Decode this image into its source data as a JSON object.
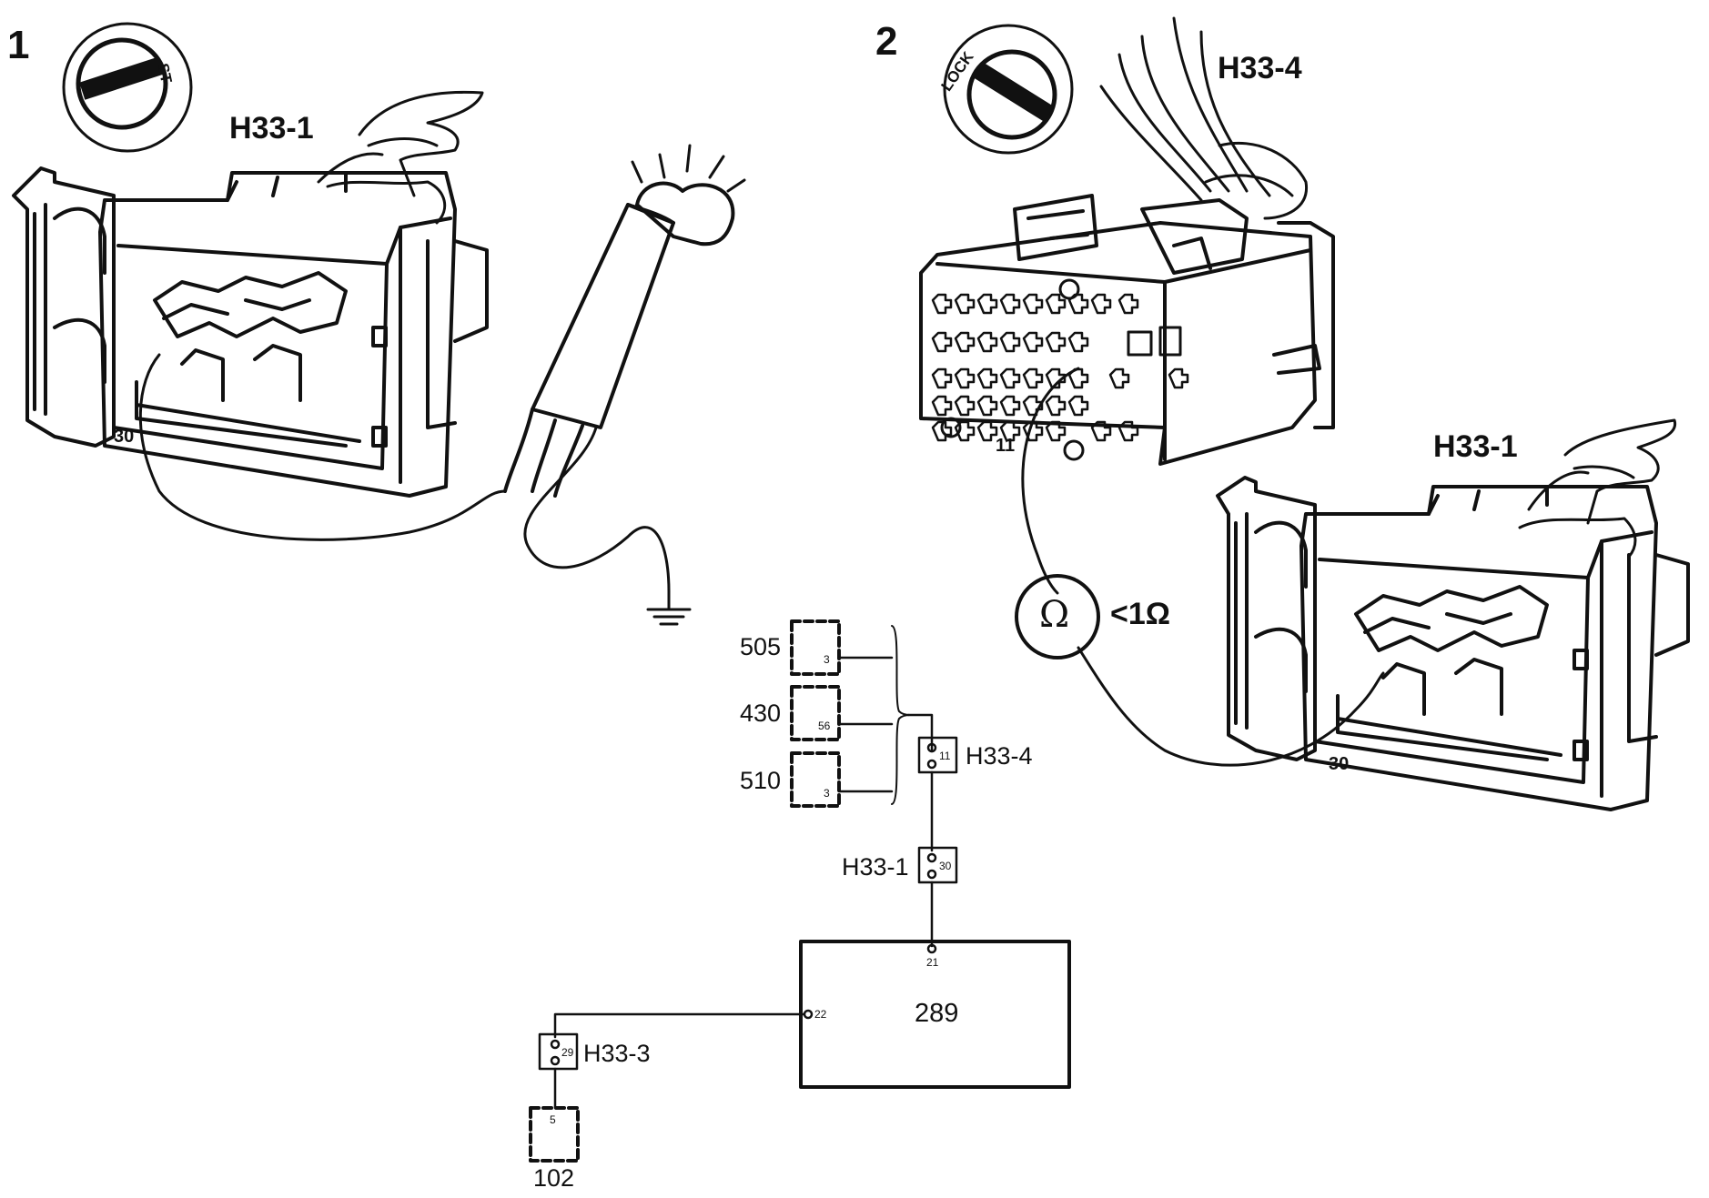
{
  "panel1": {
    "number": "1",
    "switch_label": "ST",
    "connector": "H33-1",
    "pin": "30"
  },
  "panel2": {
    "number": "2",
    "switch_label": "LOCK",
    "connector_top": "H33-4",
    "connector_bottom": "H33-1",
    "pin_top": "11",
    "pin_bottom": "30",
    "meter_symbol": "Ω",
    "reading": "<1Ω"
  },
  "schematic": {
    "components": [
      {
        "id": "505",
        "pin": "3"
      },
      {
        "id": "430",
        "pin": "56"
      },
      {
        "id": "510",
        "pin": "3"
      }
    ],
    "connectors": [
      {
        "id": "H33-4",
        "pin": "11"
      },
      {
        "id": "H33-1",
        "pin": "30"
      },
      {
        "id": "H33-3",
        "pin": "29"
      }
    ],
    "module": {
      "id": "289",
      "pin_top": "21",
      "pin_left": "22"
    },
    "ground_unit": {
      "id": "102",
      "pin": "5"
    }
  },
  "icons": [
    "ignition-switch-icon",
    "test-lamp-icon",
    "ground-symbol-icon",
    "ohmmeter-icon",
    "hand-icon",
    "connector-icon"
  ]
}
